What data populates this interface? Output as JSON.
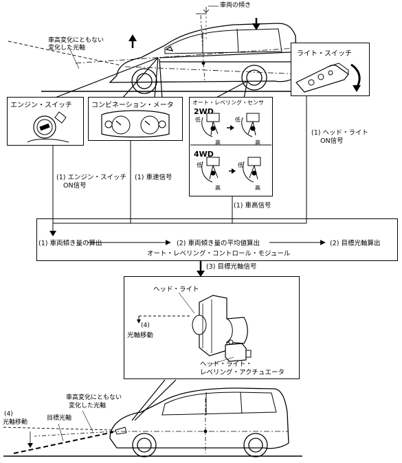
{
  "top": {
    "vehicle_tilt_label": "車両の傾き",
    "beam_changed_line1": "車高変化にともない",
    "beam_changed_line2": "変化した光軸"
  },
  "light_switch": {
    "title": "ライト・スイッチ"
  },
  "engine_switch": {
    "title": "エンジン・スイッチ"
  },
  "combination_meter": {
    "title": "コンビネーション・メータ"
  },
  "auto_leveling_sensor": {
    "title": "オート・レベリング・センサ",
    "wd2": "2WD",
    "wd4": "4WD",
    "low": "低",
    "high": "高"
  },
  "signals": {
    "engine_line1": "(1) エンジン・スイッチ",
    "engine_line2": "ON信号",
    "speed": "(1) 車速信号",
    "headlight_line1": "(1) ヘッド・ライト",
    "headlight_line2": "ON信号",
    "height": "(1) 車高信号",
    "target_axis": "(3) 目標光軸信号"
  },
  "module": {
    "step1": "(1) 車両傾き量の算出",
    "step2": "(2) 車両傾き量の平均値算出",
    "step3": "(2) 目標光軸算出",
    "name": "オート・レベリング・コントロール・モジュール"
  },
  "headlight_box": {
    "headlight_label": "ヘッド・ライト",
    "move_num": "(4)",
    "move_label": "光軸移動",
    "actuator_line1": "ヘッド・ライト・",
    "actuator_line2": "レベリング・アクチュエータ"
  },
  "bottom": {
    "beam_changed_line1": "車高変化にともない",
    "beam_changed_line2": "変化した光軸",
    "move_num": "(4)",
    "move_label": "光軸移動",
    "target_axis_label": "目標光軸"
  }
}
